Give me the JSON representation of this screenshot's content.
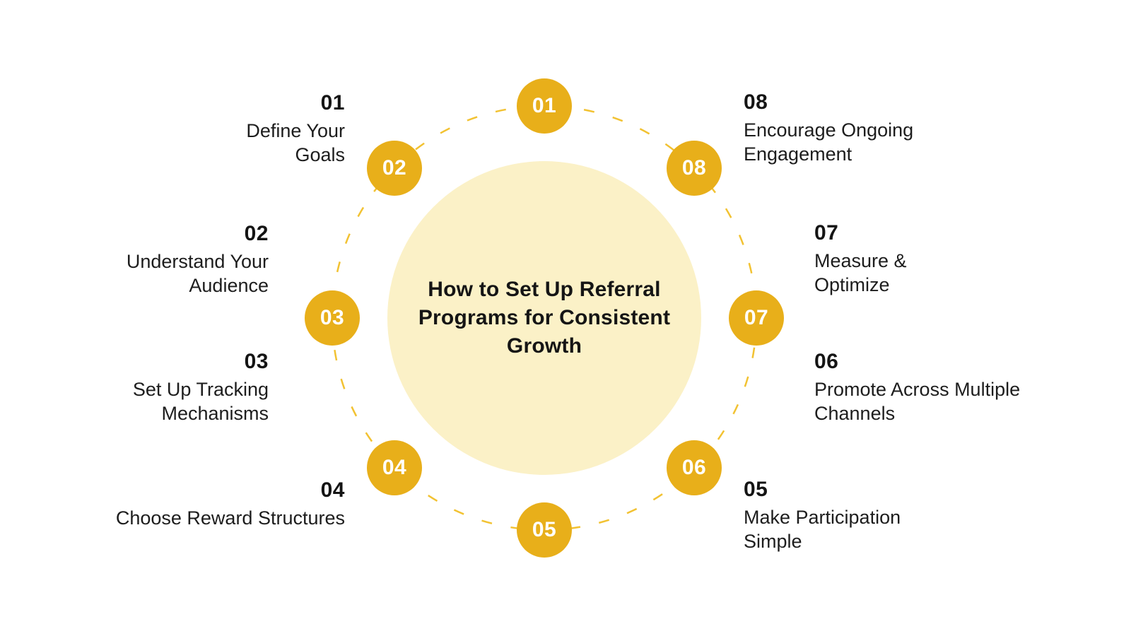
{
  "title": "How to Set Up Referral Programs for Consistent Growth",
  "colors": {
    "badge": "#E8AF1A",
    "ring": "#F2C232",
    "center-fill": "#FBF1C7",
    "text": "#1A1A1A",
    "badge-text": "#FFFFFF",
    "bg": "#FFFFFF"
  },
  "steps": [
    {
      "number": "01",
      "label": "Define Your Goals"
    },
    {
      "number": "02",
      "label": "Understand Your Audience"
    },
    {
      "number": "03",
      "label": "Set Up Tracking Mechanisms"
    },
    {
      "number": "04",
      "label": "Choose Reward Structures"
    },
    {
      "number": "05",
      "label": "Make Participation Simple"
    },
    {
      "number": "06",
      "label": "Promote Across Multiple Channels"
    },
    {
      "number": "07",
      "label": "Measure & Optimize"
    },
    {
      "number": "08",
      "label": "Encourage Ongoing Engagement"
    }
  ]
}
